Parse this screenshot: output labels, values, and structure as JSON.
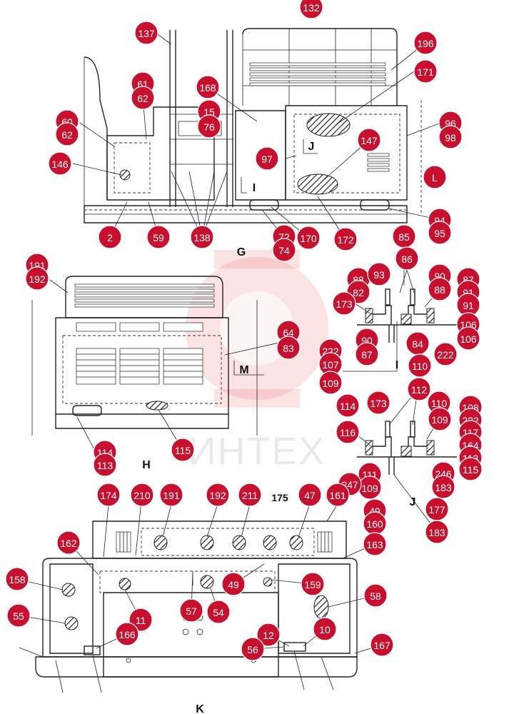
{
  "watermark": {
    "text": "ИНТЕХ",
    "color": "#e23a3a"
  },
  "view_labels": [
    "G",
    "H",
    "I",
    "J",
    "K"
  ],
  "section_marks": [
    "I",
    "J",
    "L",
    "M"
  ],
  "plain_labels": [
    "175"
  ],
  "callout_color": "#c8102e",
  "callouts": [
    "132",
    "137",
    "196",
    "171",
    "168",
    "61",
    "62",
    "15",
    "76",
    "60",
    "62",
    "96",
    "98",
    "147",
    "97",
    "146",
    "L",
    "2",
    "59",
    "138",
    "72",
    "74",
    "170",
    "172",
    "94",
    "95",
    "191",
    "192",
    "64",
    "83",
    "85",
    "86",
    "88",
    "82",
    "93",
    "90",
    "173",
    "88",
    "87",
    "91",
    "91",
    "90",
    "87",
    "84",
    "222",
    "222",
    "107",
    "109",
    "106",
    "106",
    "110",
    "112",
    "173",
    "110",
    "114",
    "108",
    "109",
    "222",
    "116",
    "117",
    "164",
    "113",
    "115",
    "114",
    "113",
    "115",
    "111",
    "109",
    "247",
    "246",
    "183",
    "177",
    "183",
    "174",
    "210",
    "191",
    "192",
    "211",
    "47",
    "161",
    "49",
    "160",
    "163",
    "162",
    "158",
    "49",
    "159",
    "58",
    "55",
    "11",
    "57",
    "54",
    "10",
    "12",
    "166",
    "56",
    "167"
  ]
}
